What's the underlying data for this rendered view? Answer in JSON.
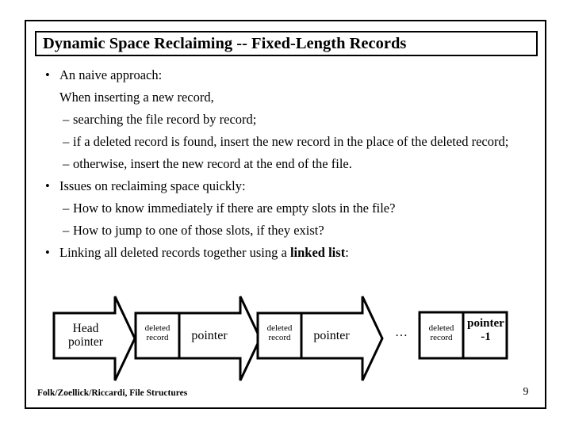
{
  "slide": {
    "title": "Dynamic Space Reclaiming -- Fixed-Length Records",
    "body": {
      "line1": "An naive approach:",
      "line2": "When inserting a new record,",
      "line3": "searching the file record by record;",
      "line4": "if a deleted record is found, insert the new record in the place of the deleted record;",
      "line5": "otherwise, insert the new record at the end of the file.",
      "line6": "Issues on reclaiming space quickly:",
      "line7": "How to know immediately if there are empty slots in the file?",
      "line8": "How to jump to one of those slots, if they exist?",
      "line9_pre": "Linking all deleted records together using a ",
      "line9_bold": "linked list",
      "line9_post": ":"
    },
    "diagram": {
      "head_line1": "Head",
      "head_line2": "pointer",
      "rec1_line1": "deleted",
      "rec1_line2": "record",
      "ptr1": "pointer",
      "rec2_line1": "deleted",
      "rec2_line2": "record",
      "ptr2": "pointer",
      "ellipsis": "…",
      "rec3_line1": "deleted",
      "rec3_line2": "record",
      "tail_ptr_label": "pointer",
      "tail_ptr_value": "-1"
    },
    "footer": {
      "source": "Folk/Zoellick/Riccardi, File Structures",
      "page": "9"
    },
    "colors": {
      "ink": "#000000",
      "background": "#ffffff"
    }
  }
}
